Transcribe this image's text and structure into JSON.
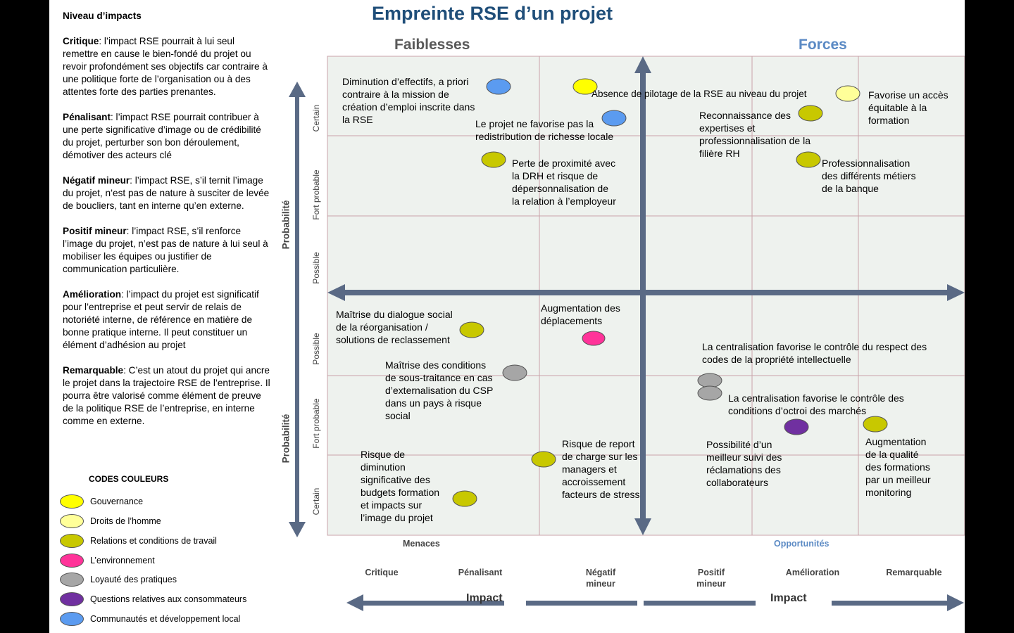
{
  "title": "Empreinte RSE d’un projet",
  "headers": {
    "left": "Faiblesses",
    "right": "Forces"
  },
  "colors": {
    "gouvernance": "#ffff00",
    "droits": "#ffff99",
    "relations": "#c8c800",
    "environnement": "#ff3399",
    "loyaute": "#a6a6a6",
    "consommateurs": "#7030a0",
    "communautes": "#5b9bf0",
    "forces_header": "#5b8ac4",
    "title": "#1f4e79"
  },
  "legend": {
    "heading": "Niveau d’impacts",
    "items": [
      {
        "term": "Critique",
        "text": ": l’impact RSE pourrait à lui seul remettre en cause le bien-fondé du projet ou revoir profondément ses objectifs car contraire à une politique forte de l’organisation ou à des attentes forte des parties prenantes."
      },
      {
        "term": "Pénalisant",
        "text": ": l’impact RSE pourrait contribuer à une perte significative d’image ou de crédibilité du projet, perturber son bon déroulement, démotiver des acteurs clé"
      },
      {
        "term": "Négatif mineur",
        "text": ": l’impact RSE, s’il ternit l’image du projet, n’est pas de nature à susciter de levée de boucliers, tant en interne qu’en externe."
      },
      {
        "term": "Positif mineur",
        "text": ": l’impact RSE, s’il renforce l’image du projet, n’est pas de nature à lui seul à mobiliser les équipes ou justifier de communication particulière."
      },
      {
        "term": "Amélioration",
        "text": ": l’impact du projet est significatif pour l’entreprise et peut servir de relais de notoriété interne, de référence en matière de bonne pratique interne. Il peut constituer un élément d’adhésion au projet"
      },
      {
        "term": "Remarquable",
        "text": ": C’est un atout du projet qui ancre le projet dans la trajectoire RSE de l’entreprise. Il pourra être valorisé comme élément de preuve de la politique RSE de l’entreprise, en interne comme en externe."
      }
    ]
  },
  "codes": {
    "title": "CODES COULEURS",
    "items": [
      {
        "label": "Gouvernance",
        "color": "#ffff00"
      },
      {
        "label": "Droits de l’homme",
        "color": "#ffff99"
      },
      {
        "label": "Relations et conditions de travail",
        "color": "#c8c800"
      },
      {
        "label": "L’environnement",
        "color": "#ff3399"
      },
      {
        "label": "Loyauté des pratiques",
        "color": "#a6a6a6"
      },
      {
        "label": "Questions relatives aux consommateurs",
        "color": "#7030a0"
      },
      {
        "label": "Communautés et développement local",
        "color": "#5b9bf0"
      }
    ]
  },
  "axes": {
    "probabilite": "Probabilité",
    "top_rows": [
      "Certain",
      "Fort probable",
      "Possible"
    ],
    "bottom_rows": [
      "Possible",
      "Fort probable",
      "Certain"
    ],
    "menaces": "Menaces",
    "opportunites": "Opportunités",
    "impact": "Impact",
    "levels": [
      "Critique",
      "Pénalisant",
      "Négatif\nmineur",
      "Positif\nmineur",
      "Amélioration",
      "Remarquable"
    ]
  },
  "items": [
    "Diminution d’effectifs, a priori\ncontraire à la mission de\ncréation d’emploi inscrite dans\nla RSE",
    "Absence de pilotage de la RSE au niveau du projet",
    "Le projet ne favorise pas la\nredistribution de richesse locale",
    "Perte de proximité avec\nla DRH et risque de\ndépersonnalisation de\nla relation à l’employeur",
    "Reconnaissance des\nexpertises et\nprofessionnalisation de la\nfilière RH",
    "Favorise un accès\néquitable à la\nformation",
    "Professionnalisation\ndes différents métiers\nde la banque",
    "Maîtrise du dialogue social\nde la réorganisation /\nsolutions de reclassement",
    "Augmentation des\ndéplacements",
    "Maîtrise des conditions\nde sous-traitance en cas\nd’externalisation du CSP\ndans un pays à risque\nsocial",
    "Risque de\ndiminution\nsignificative des\nbudgets formation\net impacts sur\nl’image du projet",
    "Risque de report\nde charge sur les\nmanagers et\naccroissement\nfacteurs de stress",
    "La centralisation favorise le contrôle du respect des\ncodes de la propriété intellectuelle",
    "La centralisation favorise le contrôle des\nconditions d’octroi des marchés",
    "Possibilité d’un\nmeilleur suivi des\nréclamations des\ncollaborateurs",
    "Augmentation\nde la qualité\ndes formations\npar un meilleur\nmonitoring"
  ]
}
